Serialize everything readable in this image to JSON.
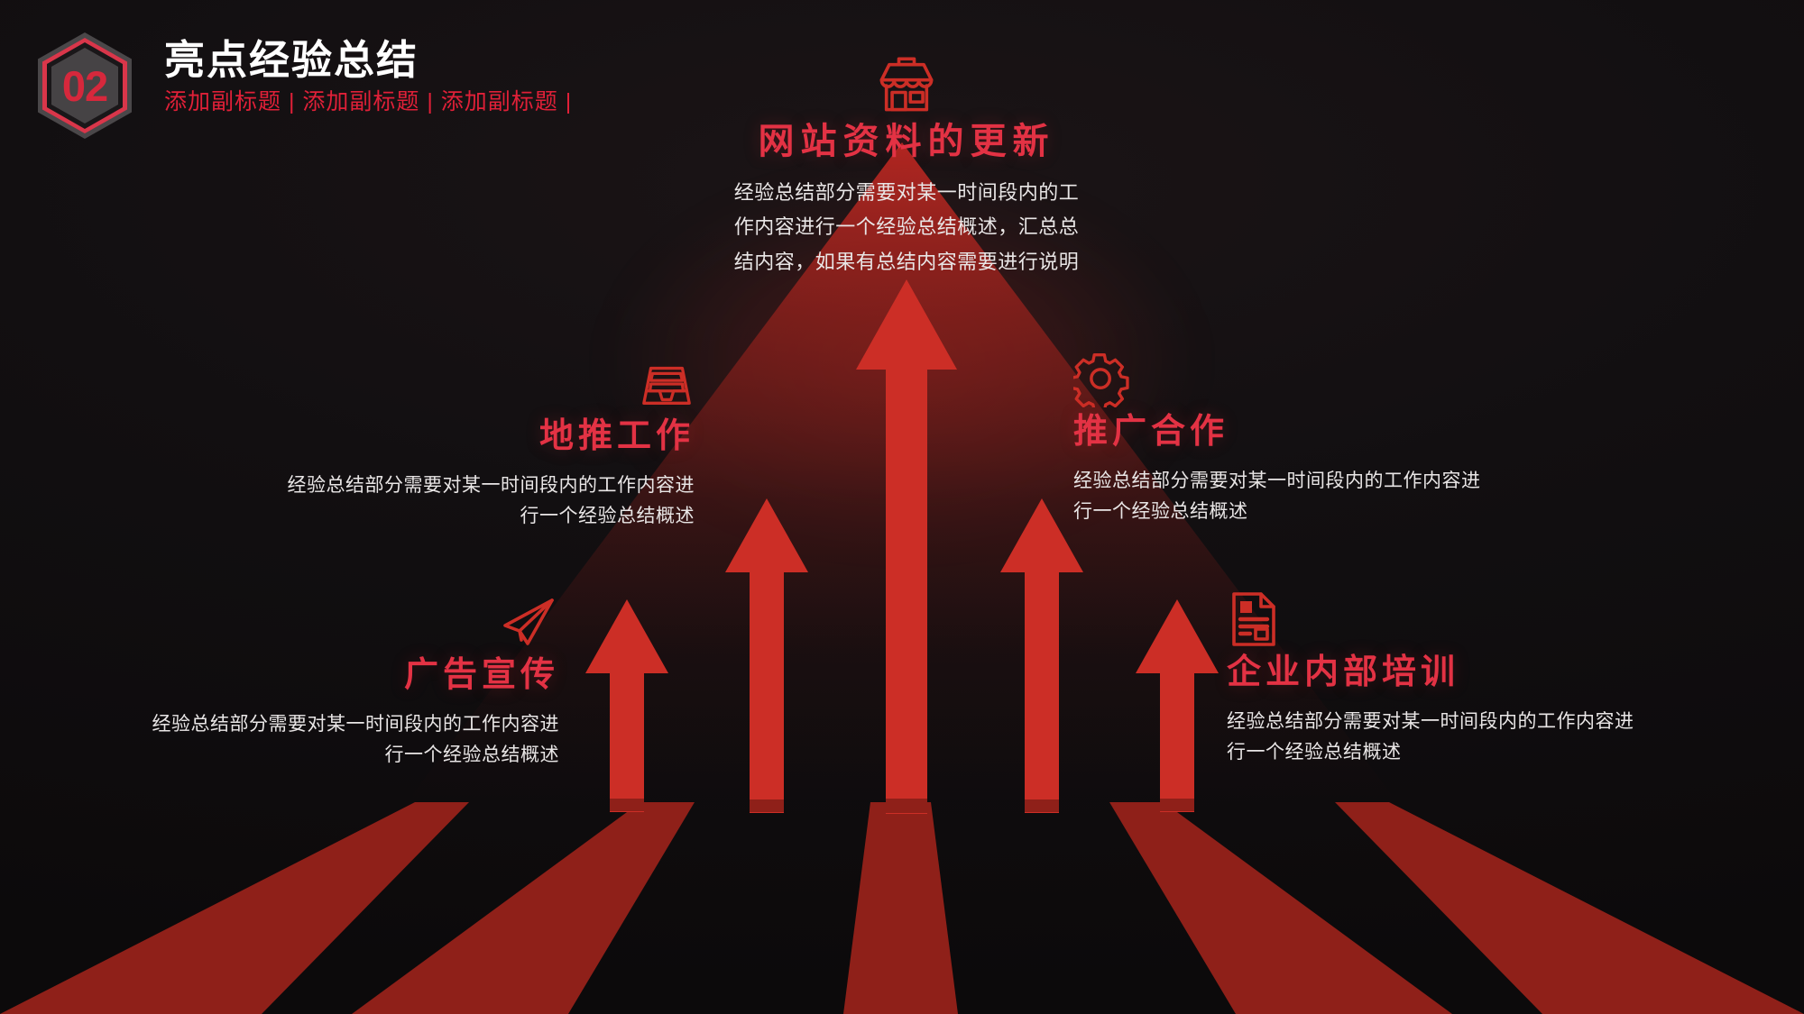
{
  "header": {
    "badge_number": "02",
    "title": "亮点经验总结",
    "subtitle": "添加副标题 | 添加副标题 | 添加副标题 |"
  },
  "colors": {
    "accent_red": "#e33244",
    "arrow_red": "#cc2e26",
    "road_red": "#8f2019",
    "background": "#120f11",
    "body_text": "#e9e6e6",
    "badge_ring": "#d9364a",
    "badge_number": "#d6283c"
  },
  "items": [
    {
      "id": "ad-promotion",
      "icon": "paper-plane-icon",
      "title": "广告宣传",
      "desc": "经验总结部分需要对某一时间段内的工作内容进行一个经验总结概述"
    },
    {
      "id": "ground-promotion",
      "icon": "inbox-tray-icon",
      "title": "地推工作",
      "desc": "经验总结部分需要对某一时间段内的工作内容进行一个经验总结概述"
    },
    {
      "id": "website-update",
      "icon": "storefront-icon",
      "title": "网站资料的更新",
      "desc": "经验总结部分需要对某一时间段内的工作内容进行一个经验总结概述，汇总总结内容，如果有总结内容需要进行说明"
    },
    {
      "id": "promotion-cooperation",
      "icon": "gear-icon",
      "title": "推广合作",
      "desc": "经验总结部分需要对某一时间段内的工作内容进行一个经验总结概述"
    },
    {
      "id": "internal-training",
      "icon": "document-report-icon",
      "title": "企业内部培训",
      "desc": "经验总结部分需要对某一时间段内的工作内容进行一个经验总结概述"
    }
  ]
}
